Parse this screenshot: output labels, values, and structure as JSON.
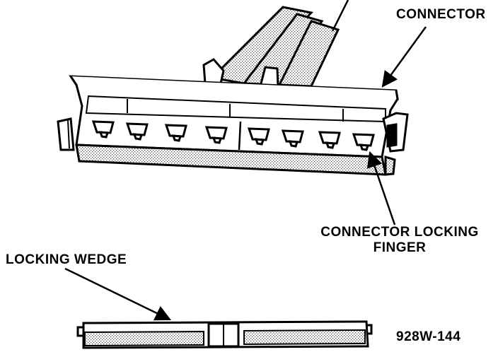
{
  "labels": {
    "connector": "CONNECTOR",
    "locking_finger_line1": "CONNECTOR LOCKING",
    "locking_finger_line2": "FINGER",
    "locking_wedge": "LOCKING WEDGE",
    "figure_id": "928W-144"
  },
  "colors": {
    "ink": "#000000",
    "paper": "#ffffff",
    "stipple": "#9a9a9a"
  }
}
